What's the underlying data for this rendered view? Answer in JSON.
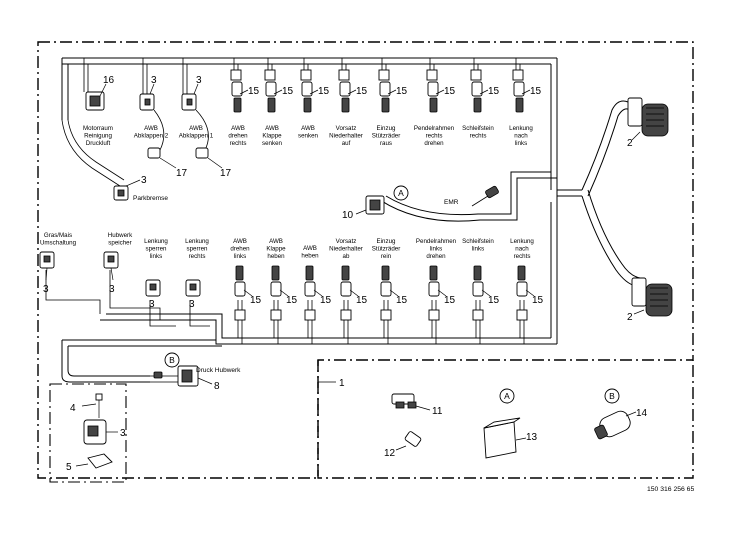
{
  "top_connector_labels": [
    "Motorraum\nReinigung\nDruckluft",
    "AWB\nAbklappen 2",
    "AWB\nAbklappen 1",
    "AWB\ndrehen\nrechts",
    "AWB\nKlappe\nsenken",
    "AWB\nsenken",
    "Vorsatz\nNiederhalter\nauf",
    "Einzug\nStützräder\nraus",
    "Pendelrahmen\nrechts\ndrehen",
    "Schleifstein\nrechts",
    "Lenkung\nnach\nlinks"
  ],
  "bottom_connector_labels": [
    "Gras/Mais\nUmschaltung",
    "Hubwerk\nspeicher",
    "Lenkung\nsperren\nlinks",
    "Lenkung\nsperren\nrechts",
    "AWB\ndrehen\nlinks",
    "AWB\nKlappe\nheben",
    "AWB\nheben",
    "Vorsatz\nNiederhalter\nab",
    "Einzug\nStützräder\nrein",
    "Pendelrahmen\nlinks\ndrehen",
    "Schleifstein\nlinks",
    "Lenkung\nnach\nrechts"
  ],
  "labels": {
    "parkbremse": "Parkbremse",
    "emr": "EMR",
    "druck_hubwerk": "Druck Hubwerk",
    "doc_number": "150 316 256 65"
  },
  "callouts": {
    "c1": "1",
    "c2": "2",
    "c3": "3",
    "c4": "4",
    "c5": "5",
    "c8": "8",
    "c10": "10",
    "c11": "11",
    "c12": "12",
    "c13": "13",
    "c14": "14",
    "c15": "15",
    "c16": "16",
    "c17": "17"
  },
  "detail_markers": {
    "a": "A",
    "b": "B"
  }
}
